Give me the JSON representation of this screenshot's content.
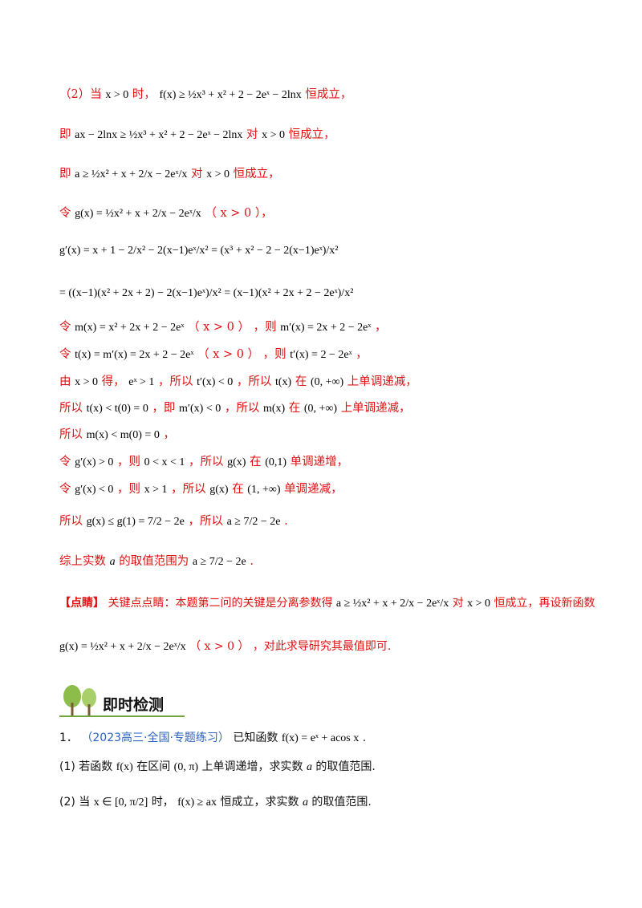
{
  "solution": {
    "line1": {
      "prefix": "（2）当",
      "cond": "x > 0",
      "mid": "时，",
      "formula": "f(x) ≥ ½x³ + x² + 2 − 2eˣ − 2lnx",
      "suffix": "恒成立，"
    },
    "line2": {
      "prefix": "即",
      "formula": "ax − 2lnx ≥ ½x³ + x² + 2 − 2eˣ − 2lnx",
      "mid": "对",
      "cond": "x > 0",
      "suffix": "恒成立，"
    },
    "line3": {
      "prefix": "即",
      "formula": "a ≥ ½x² + x + 2/x − 2eˣ/x",
      "mid": "对",
      "cond": "x > 0",
      "suffix": "恒成立，"
    },
    "line4": {
      "prefix": "令",
      "formula": "g(x) = ½x² + x + 2/x − 2eˣ/x",
      "cond": "（ x > 0 ），"
    },
    "line5": {
      "formula": "g′(x) = x + 1 − 2/x² − 2(x−1)eˣ/x² = (x³ + x² − 2 − 2(x−1)eˣ)/x²"
    },
    "line6": {
      "formula": "= ((x−1)(x² + 2x + 2) − 2(x−1)eˣ)/x² = (x−1)(x² + 2x + 2 − 2eˣ)/x²"
    },
    "line7": {
      "prefix": "令",
      "formula": "m(x) = x² + 2x + 2 − 2eˣ",
      "cond": "（ x > 0 ）",
      "mid": "，则",
      "formula2": "m′(x) = 2x + 2 − 2eˣ",
      "suffix": "，"
    },
    "line8": {
      "prefix": "令",
      "formula": "t(x) = m′(x) = 2x + 2 − 2eˣ",
      "cond": "（ x > 0 ）",
      "mid": "，则",
      "formula2": "t′(x) = 2 − 2eˣ",
      "suffix": "，"
    },
    "line9": {
      "prefix": "由",
      "cond": "x > 0",
      "mid": "得，",
      "f1": "eˣ > 1",
      "t1": "，所以",
      "f2": "t′(x) < 0",
      "t2": "，所以",
      "f3": "t(x)",
      "t3": "在",
      "f4": "(0, +∞)",
      "suffix": "上单调递减，"
    },
    "line10": {
      "prefix": "所以",
      "f1": "t(x) < t(0) = 0",
      "t1": "，即",
      "f2": "m′(x) < 0",
      "t2": "，所以",
      "f3": "m(x)",
      "t3": "在",
      "f4": "(0, +∞)",
      "suffix": "上单调递减，"
    },
    "line11": {
      "prefix": "所以",
      "formula": "m(x) < m(0) = 0",
      "suffix": "，"
    },
    "line12": {
      "prefix": "令",
      "f1": "g′(x) > 0",
      "t1": "，则",
      "f2": "0 < x < 1",
      "t2": "，所以",
      "f3": "g(x)",
      "t3": "在",
      "f4": "(0,1)",
      "suffix": "单调递增，"
    },
    "line13": {
      "prefix": "令",
      "f1": "g′(x) < 0",
      "t1": "，则",
      "f2": "x > 1",
      "t2": "，所以",
      "f3": "g(x)",
      "t3": "在",
      "f4": "(1, +∞)",
      "suffix": "单调递减，"
    },
    "line14": {
      "prefix": "所以",
      "f1": "g(x) ≤ g(1) = 7/2 − 2e",
      "t1": "，所以",
      "f2": "a ≥ 7/2 − 2e",
      "suffix": "."
    },
    "line15": {
      "prefix": "综上实数",
      "var": "a",
      "mid": "的取值范围为",
      "formula": "a ≥ 7/2 − 2e",
      "suffix": "."
    }
  },
  "note": {
    "tag": "【点睛】",
    "text1": "关键点点睛：本题第二问的关键是分离参数得",
    "formula1": "a ≥ ½x² + x + 2/x − 2eˣ/x",
    "mid": "对",
    "cond": "x > 0",
    "text2": "恒成立，再设新函数",
    "formula2": "g(x) = ½x² + x + 2/x − 2eˣ/x",
    "cond2": "（ x > 0 ）",
    "text3": "，对此求导研究其最值即可."
  },
  "section": {
    "title": "即时检测",
    "accent": "#6fa43a"
  },
  "problem": {
    "number": "1．",
    "source": "（2023高三·全国·专题练习）",
    "intro": "已知函数",
    "formula": "f(x) = eˣ + acos x",
    "intro_end": ".",
    "part1": {
      "label": "(1)",
      "t1": "若函数",
      "f1": "f(x)",
      "t2": "在区间",
      "f2": "(0, π)",
      "t3": "上单调递增，求实数",
      "var": "a",
      "t4": "的取值范围."
    },
    "part2": {
      "label": "(2)",
      "t1": "当",
      "f1": "x ∈ [0, π/2]",
      "t2": "时，",
      "f2": "f(x) ≥ ax",
      "t3": "恒成立，求实数",
      "var": "a",
      "t4": "的取值范围."
    }
  },
  "colors": {
    "red": "#e01010",
    "blue": "#2a62c6",
    "green": "#6fa43a"
  }
}
